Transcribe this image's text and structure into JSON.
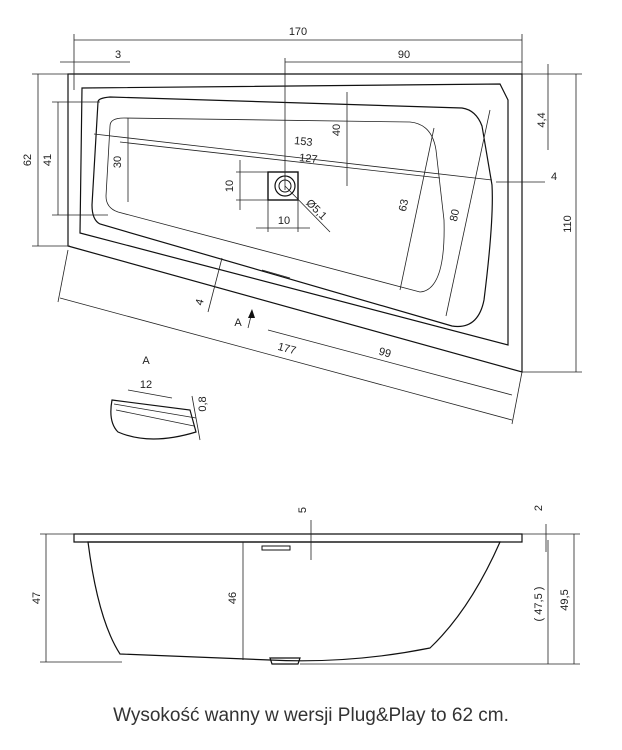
{
  "top_view": {
    "overall_width": "170",
    "offset_left": "3",
    "drain_offset": "90",
    "dim_153": "153",
    "dim_127": "127",
    "dim_40": "40",
    "dim_30": "30",
    "dim_10_vertical": "10",
    "dim_10_horizontal": "10",
    "drain_diameter": "Ø5,1",
    "dim_63": "63",
    "dim_80": "80",
    "height_left": "62",
    "dim_41": "41",
    "height_right": "110",
    "dim_4_4": "4,4",
    "dim_4_right": "4",
    "dim_4_bottom": "4",
    "section_marker": "A",
    "bottom_length": "177",
    "bottom_99": "99"
  },
  "detail_a": {
    "label": "A",
    "width": "12",
    "thickness": "0,8"
  },
  "side_view": {
    "dim_5": "5",
    "dim_2": "2",
    "height_47": "47",
    "height_46": "46",
    "height_47_5": "( 47,5 )",
    "height_49_5": "49,5"
  },
  "caption": "Wysokość wanny w wersji Plug&Play to 62 cm."
}
